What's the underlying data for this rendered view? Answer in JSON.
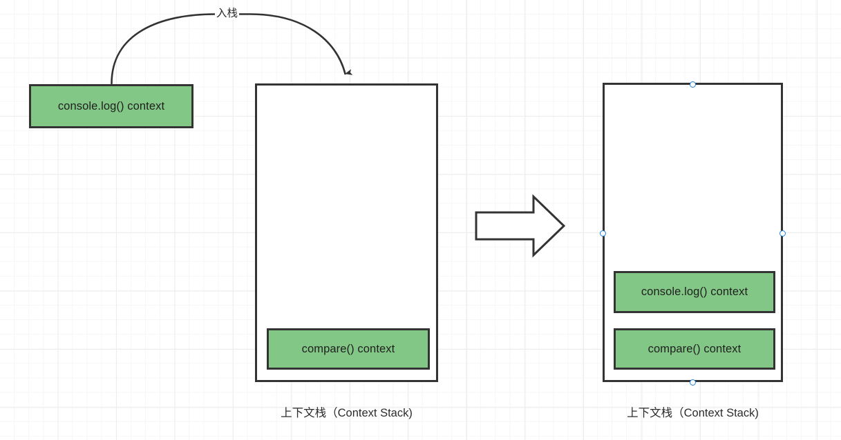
{
  "diagram": {
    "title": "Context Stack push diagram",
    "colors": {
      "context_fill": "#82c785",
      "stroke": "#333333",
      "selection_handle": "#1a7fe0",
      "grid_minor": "#f6f6f6",
      "grid_major": "#ededed",
      "background": "#ffffff"
    }
  },
  "pending_context": {
    "label": "console.log() context"
  },
  "push_arrow": {
    "label": "入栈",
    "icon": "curved-arrow-icon"
  },
  "transition_arrow": {
    "icon": "block-arrow-right-icon"
  },
  "stacks": [
    {
      "name": "before",
      "caption": "上下文栈（Context Stack)",
      "selected": false,
      "frames": [
        {
          "label": "compare() context"
        }
      ]
    },
    {
      "name": "after",
      "caption": "上下文栈（Context Stack)",
      "selected": true,
      "frames": [
        {
          "label": "console.log() context"
        },
        {
          "label": "compare() context"
        }
      ]
    }
  ],
  "selection_handles": [
    {
      "name": "handle-top-center"
    },
    {
      "name": "handle-middle-left"
    },
    {
      "name": "handle-middle-right"
    },
    {
      "name": "handle-bottom-center"
    }
  ]
}
